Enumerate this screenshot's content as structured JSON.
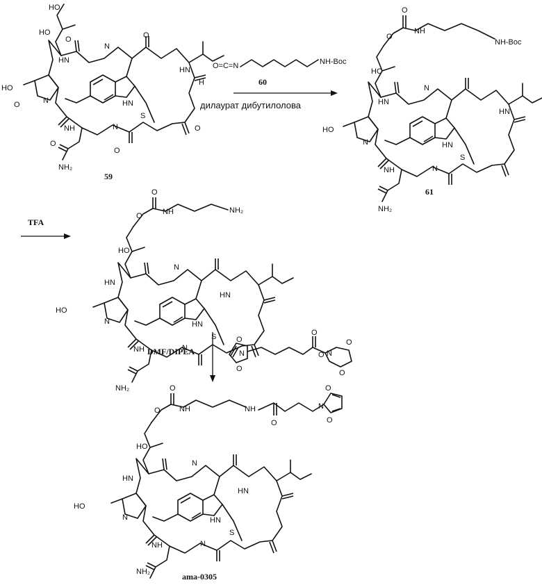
{
  "compounds": {
    "c59": "59",
    "c60": "60",
    "c61": "61",
    "ama": "ama-0305"
  },
  "reagents": {
    "step1_condition": "дилаурат дибутилолова",
    "step2": "TFA",
    "step3": "DMF/DIPEA"
  },
  "atoms": {
    "ho": "HO",
    "hn": "HN",
    "h": "H",
    "n": "N",
    "nh": "NH",
    "nh2": "NH₂",
    "o": "O",
    "s": "S",
    "h_small": "H",
    "nh_boc": "NH-Boc",
    "isocyanate": "O=C=N"
  }
}
